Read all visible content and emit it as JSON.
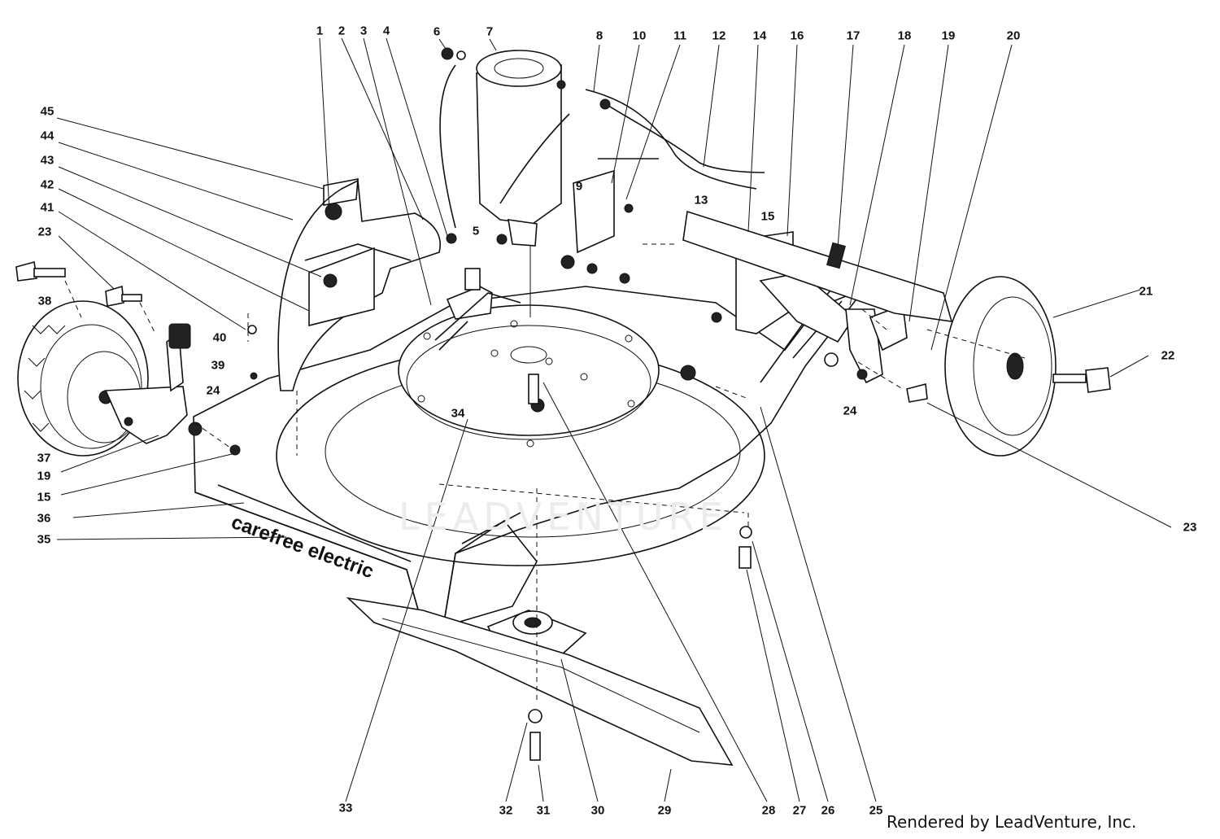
{
  "diagram": {
    "callouts": [
      "1",
      "2",
      "3",
      "4",
      "6",
      "7",
      "8",
      "10",
      "11",
      "12",
      "14",
      "16",
      "17",
      "18",
      "19",
      "20",
      "45",
      "44",
      "43",
      "42",
      "41",
      "23",
      "38",
      "40",
      "39",
      "37",
      "19",
      "15",
      "36",
      "35",
      "24",
      "9",
      "5",
      "15",
      "13",
      "21",
      "22",
      "24",
      "23",
      "34",
      "33",
      "32",
      "31",
      "30",
      "29",
      "28",
      "27",
      "26",
      "25"
    ],
    "deck_decal": "carefree electric",
    "watermark": "LEADVENTURE",
    "credit": "Rendered by LeadVenture, Inc."
  },
  "colors": {
    "ink": "#111111",
    "paper": "#ffffff",
    "watermark": "#ececec"
  }
}
